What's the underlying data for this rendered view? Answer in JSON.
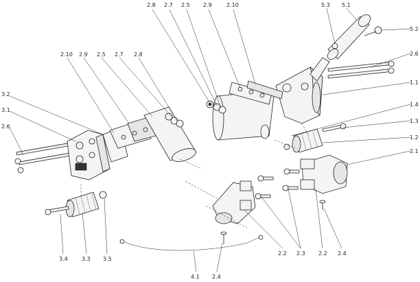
{
  "labels": {
    "l28t": "2.8",
    "l27t": "2.7",
    "l25t": "2.5",
    "l29t": "2.9",
    "l210t": "2.10",
    "l53": "5.3",
    "l51": "5.1",
    "l52": "5.2",
    "l26r": "2.6",
    "l11": "1.1",
    "l14": "1.4",
    "l13": "1.3",
    "l12": "1.2",
    "l21": "2.1",
    "l210l": "2.10",
    "l29l": "2.9",
    "l25l": "2.5",
    "l27l": "2.7",
    "l28l": "2.8",
    "l32": "3.2",
    "l31": "3.1",
    "l26l": "2.6",
    "l34": "3.4",
    "l33": "3.3",
    "l35": "3.5",
    "l41": "4.1",
    "l24a": "2.4",
    "l22a": "2.2",
    "l23": "2.3",
    "l22b": "2.2",
    "l24b": "2.4"
  }
}
